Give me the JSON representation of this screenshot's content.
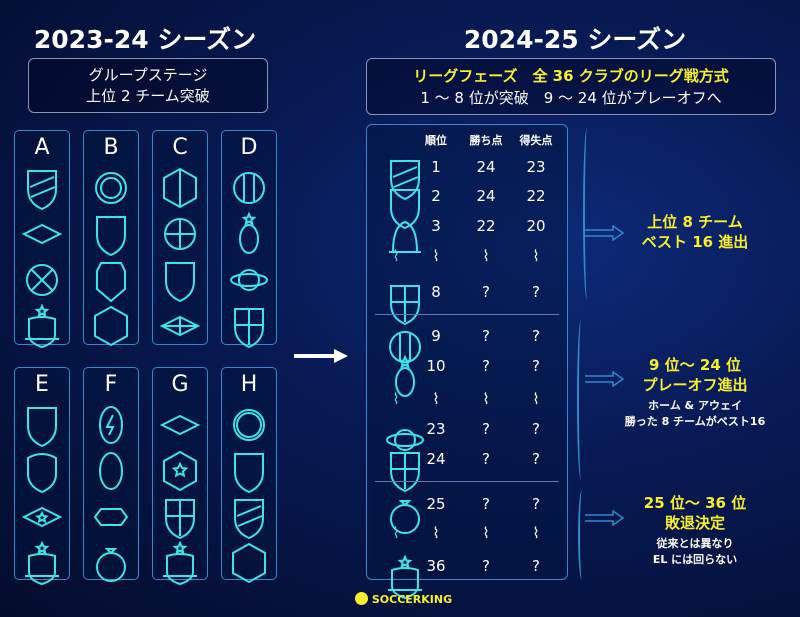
{
  "left": {
    "title": "2023-24 シーズン",
    "box": [
      "グループステージ",
      "上位 2 チーム突破"
    ],
    "groups": [
      {
        "letter": "A",
        "crests": [
          "shield-stripe",
          "diamond",
          "circle-x",
          "star-shield"
        ]
      },
      {
        "letter": "B",
        "crests": [
          "circle-star",
          "shield",
          "badge",
          "hexagon"
        ]
      },
      {
        "letter": "C",
        "crests": [
          "hexagon-line",
          "circle-cross",
          "shield",
          "diamond-line"
        ]
      },
      {
        "letter": "D",
        "crests": [
          "circle-bars",
          "oval-star",
          "circle-ring",
          "shield-cross"
        ]
      },
      {
        "letter": "E",
        "crests": [
          "shield",
          "shield-round",
          "diamond-star",
          "star-shield"
        ]
      },
      {
        "letter": "F",
        "crests": [
          "oval-bolt",
          "oval",
          "hexagon-flat",
          "ring"
        ]
      },
      {
        "letter": "G",
        "crests": [
          "diamond",
          "hexagon-star",
          "shield-cross",
          "star-shield"
        ]
      },
      {
        "letter": "H",
        "crests": [
          "circle",
          "shield",
          "shield-stripe",
          "hexagon"
        ]
      }
    ]
  },
  "right": {
    "title": "2024-25 シーズン",
    "box_line1": "リーグフェーズ　全 36 クラブのリーグ戦方式",
    "box_line2": "1 〜 8 位が突破　9 〜 24 位がプレーオフへ",
    "headers": [
      "順位",
      "勝ち点",
      "得失点"
    ],
    "rows": [
      {
        "crest": "shield-stripe",
        "rank": "1",
        "pts": "24",
        "diff": "23"
      },
      {
        "crest": "shield",
        "rank": "2",
        "pts": "24",
        "diff": "22"
      },
      {
        "crest": "bell",
        "rank": "3",
        "pts": "22",
        "diff": "20"
      },
      {
        "crest": "",
        "rank": "⌇",
        "pts": "⌇",
        "diff": "⌇",
        "gap": true
      },
      {
        "crest": "shield-cross",
        "rank": "8",
        "pts": "?",
        "diff": "?"
      },
      {
        "crest": "circle-bars",
        "rank": "9",
        "pts": "?",
        "diff": "?"
      },
      {
        "crest": "oval-star",
        "rank": "10",
        "pts": "?",
        "diff": "?"
      },
      {
        "crest": "",
        "rank": "⌇",
        "pts": "⌇",
        "diff": "⌇",
        "gap": true
      },
      {
        "crest": "circle-ring",
        "rank": "23",
        "pts": "?",
        "diff": "?"
      },
      {
        "crest": "shield-cross",
        "rank": "24",
        "pts": "?",
        "diff": "?"
      },
      {
        "crest": "ring",
        "rank": "25",
        "pts": "?",
        "diff": "?"
      },
      {
        "crest": "",
        "rank": "⌇",
        "pts": "⌇",
        "diff": "⌇",
        "gap": true
      },
      {
        "crest": "star-shield",
        "rank": "36",
        "pts": "?",
        "diff": "?"
      }
    ],
    "results": [
      {
        "lines": [
          "上位 8 チーム",
          "ベスト 16 進出"
        ],
        "notes": []
      },
      {
        "lines": [
          "9 位〜 24 位",
          "プレーオフ進出"
        ],
        "notes": [
          "ホーム & アウェイ",
          "勝った 8 チームがベスト16"
        ]
      },
      {
        "lines": [
          "25 位〜 36 位",
          "敗退決定"
        ],
        "notes": [
          "従来とは異なり",
          "EL には回らない"
        ]
      }
    ]
  },
  "logo": "SOCCERKING",
  "colors": {
    "crest": "#3fe3e6",
    "accent": "#f7ee2c",
    "border": "#2d8bc9"
  }
}
